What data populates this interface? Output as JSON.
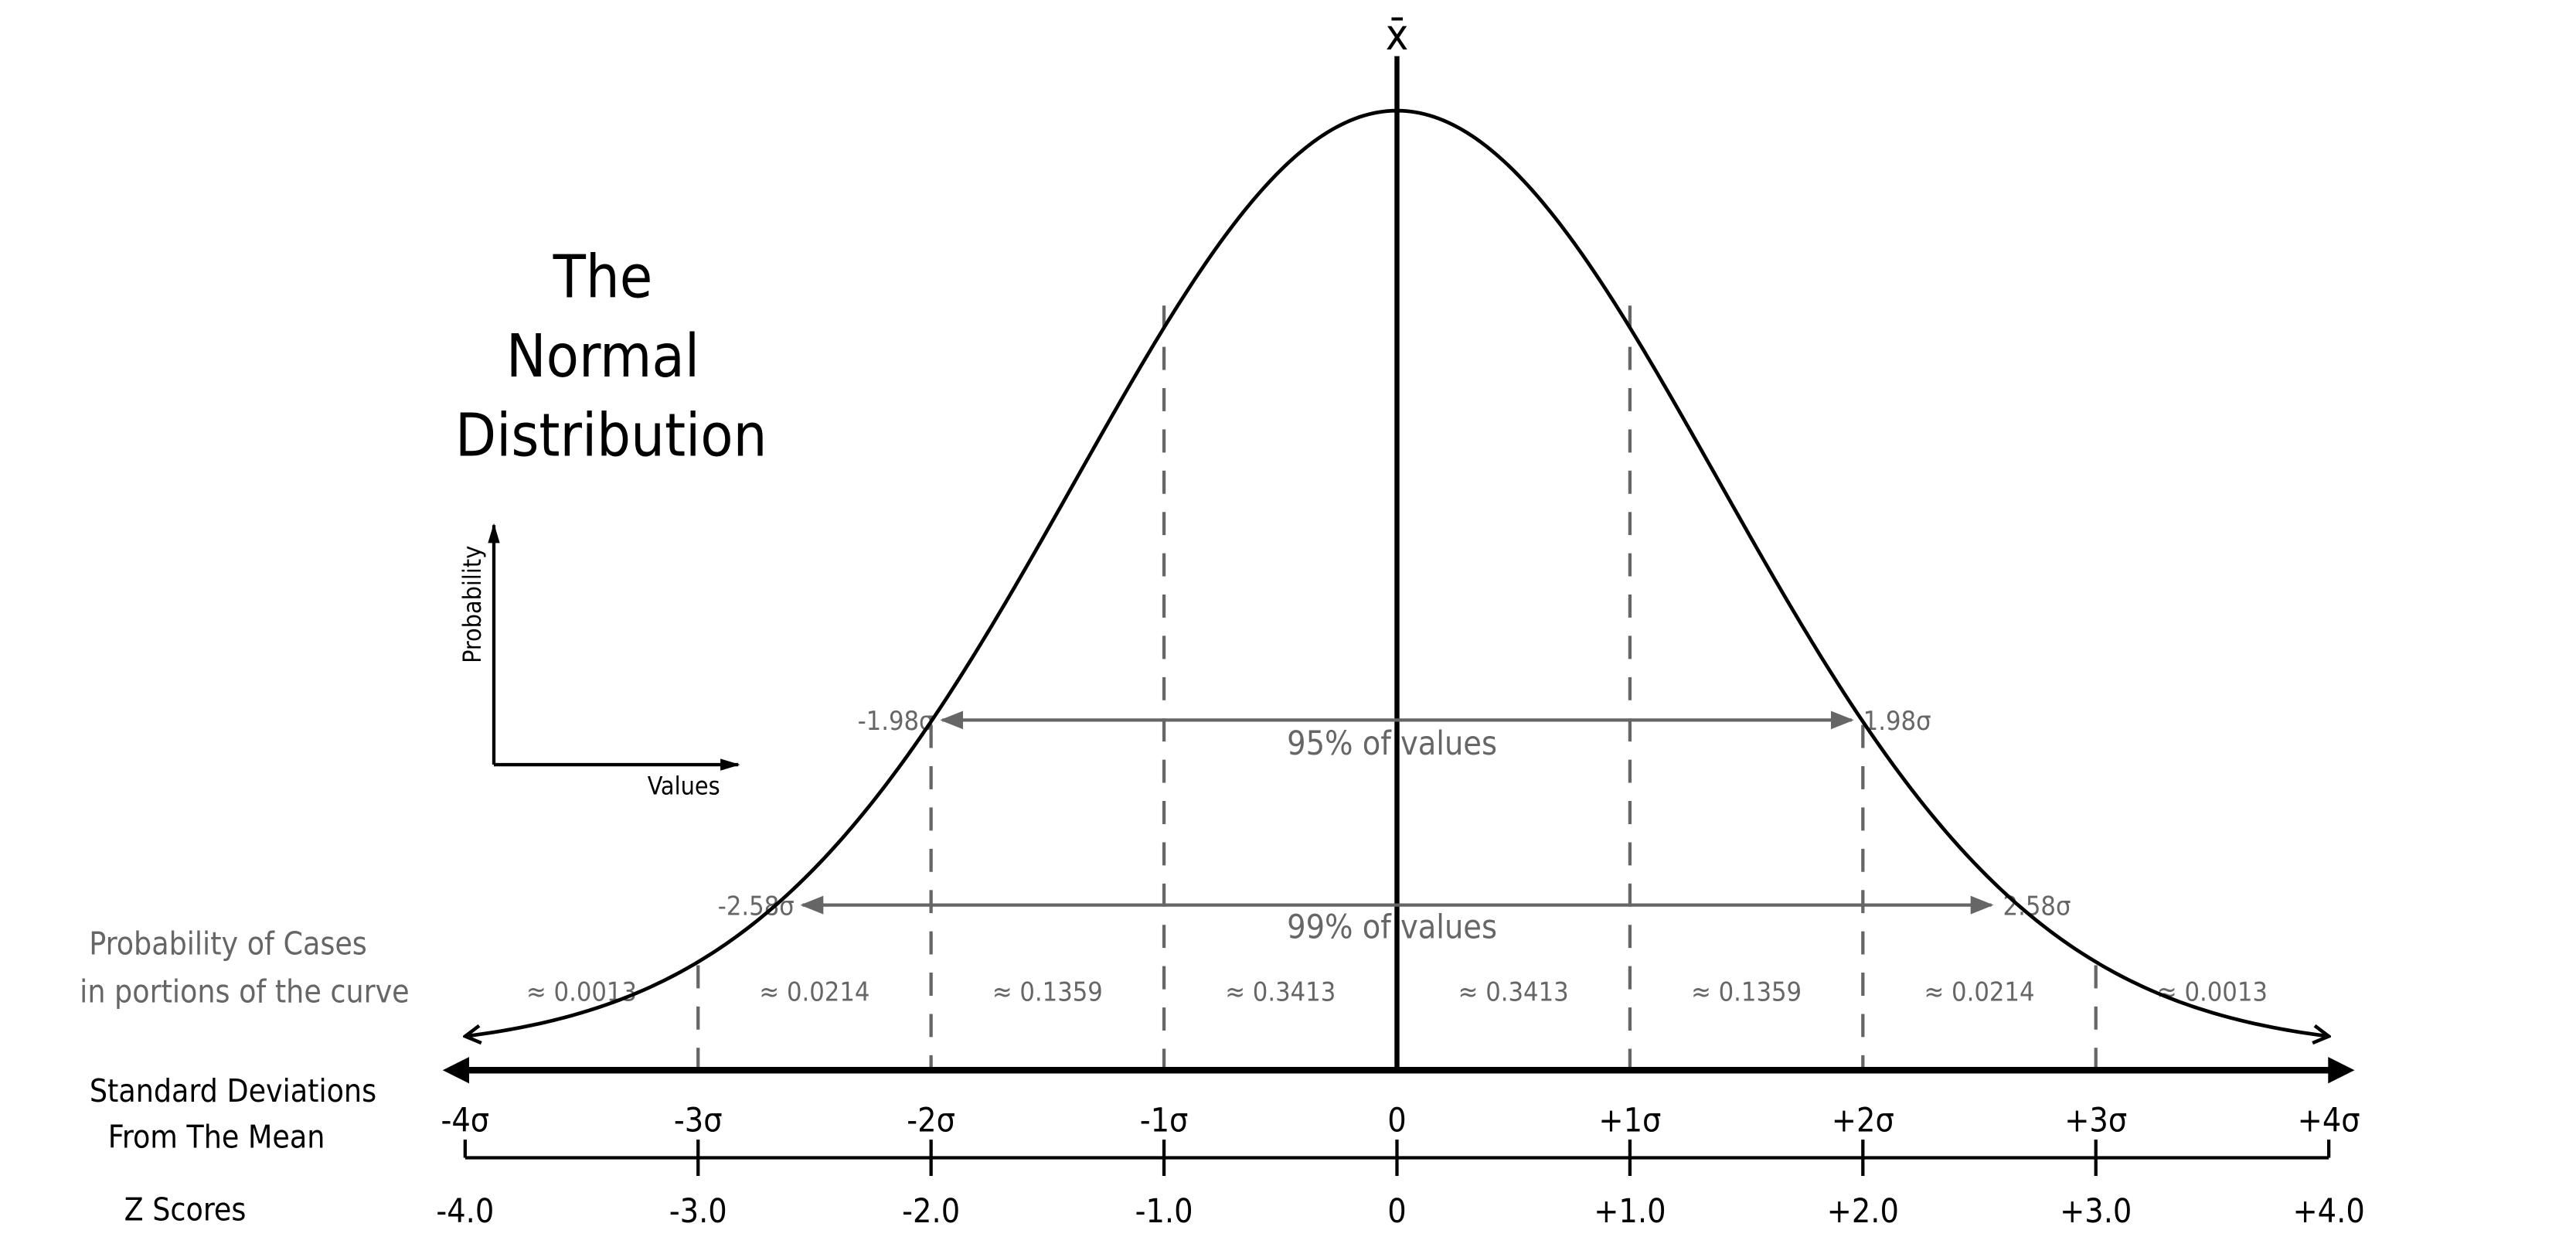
{
  "mean_symbol": "x̄",
  "title": {
    "line1": "The",
    "line2": "Normal",
    "line3": "Distribution"
  },
  "legend_axes": {
    "y_label": "Probability",
    "x_label": "Values"
  },
  "left_labels": {
    "prob_line1": "Probability of Cases",
    "prob_line2": "in portions of the curve",
    "sd_line1": "Standard Deviations",
    "sd_line2": "From The Mean",
    "z_scores": "Z Scores"
  },
  "intervals": {
    "ci95": {
      "left": "-1.98σ",
      "right": "1.98σ",
      "label": "95% of values",
      "z": 1.98
    },
    "ci99": {
      "left": "-2.58σ",
      "right": "2.58σ",
      "label": "99% of values",
      "z": 2.58
    }
  },
  "chart_data": {
    "type": "line",
    "title": "The Normal Distribution",
    "xlabel": "Standard Deviations From The Mean",
    "ylabel": "Probability",
    "xlim": [
      -4,
      4
    ],
    "sigma_ticks": [
      {
        "z": -4,
        "sigma_label": "-4σ",
        "z_label": "-4.0"
      },
      {
        "z": -3,
        "sigma_label": "-3σ",
        "z_label": "-3.0"
      },
      {
        "z": -2,
        "sigma_label": "-2σ",
        "z_label": "-2.0"
      },
      {
        "z": -1,
        "sigma_label": "-1σ",
        "z_label": "-1.0"
      },
      {
        "z": 0,
        "sigma_label": "0",
        "z_label": "0"
      },
      {
        "z": 1,
        "sigma_label": "+1σ",
        "z_label": "+1.0"
      },
      {
        "z": 2,
        "sigma_label": "+2σ",
        "z_label": "+2.0"
      },
      {
        "z": 3,
        "sigma_label": "+3σ",
        "z_label": "+3.0"
      },
      {
        "z": 4,
        "sigma_label": "+4σ",
        "z_label": "+4.0"
      }
    ],
    "portions": [
      {
        "from": -4,
        "to": -3,
        "label": "≈ 0.0013",
        "value": 0.0013
      },
      {
        "from": -3,
        "to": -2,
        "label": "≈ 0.0214",
        "value": 0.0214
      },
      {
        "from": -2,
        "to": -1,
        "label": "≈ 0.1359",
        "value": 0.1359
      },
      {
        "from": -1,
        "to": 0,
        "label": "≈ 0.3413",
        "value": 0.3413
      },
      {
        "from": 0,
        "to": 1,
        "label": "≈ 0.3413",
        "value": 0.3413
      },
      {
        "from": 1,
        "to": 2,
        "label": "≈ 0.1359",
        "value": 0.1359
      },
      {
        "from": 2,
        "to": 3,
        "label": "≈ 0.0214",
        "value": 0.0214
      },
      {
        "from": 3,
        "to": 4,
        "label": "≈ 0.0013",
        "value": 0.0013
      }
    ],
    "colors": {
      "curve": "#000000",
      "annotation": "#666666"
    }
  }
}
